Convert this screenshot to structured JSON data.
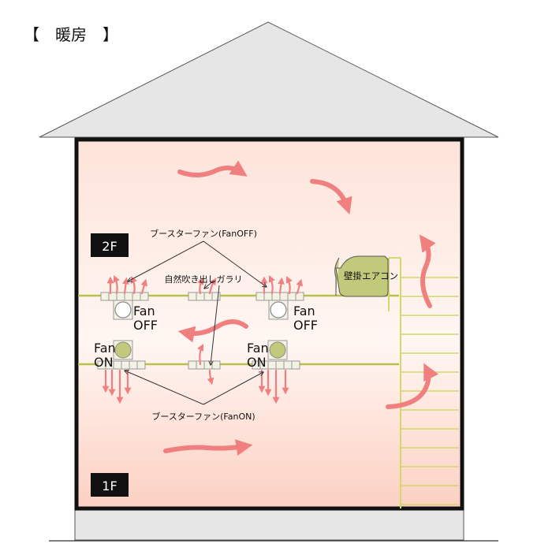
{
  "title": "【　暖房　】",
  "labels": {
    "floor_2f": "2F",
    "floor_1f": "1F",
    "booster_fan_off": "ブースターファン(FanOFF)",
    "booster_fan_on": "ブースターファン(FanON)",
    "natural_grille": "自然吹き出しガラリ",
    "wall_ac": "壁掛エアコン",
    "fan_word": "Fan",
    "off_word": "OFF",
    "on_word": "ON"
  },
  "colors": {
    "wall": "#111111",
    "roof_fill": "#e6e6e6",
    "warm_top": "#fde3d9",
    "warm_mid": "#fff6f2",
    "warm_bottom": "#fcd0c2",
    "duct": "#b8c24a",
    "device_fill": "#c2c97a",
    "arrow": "#f08080",
    "stair": "#d2d86a"
  },
  "icons": [
    "booster-fan-icon",
    "airflow-arrow-icon",
    "wall-air-conditioner-icon",
    "staircase-icon"
  ]
}
